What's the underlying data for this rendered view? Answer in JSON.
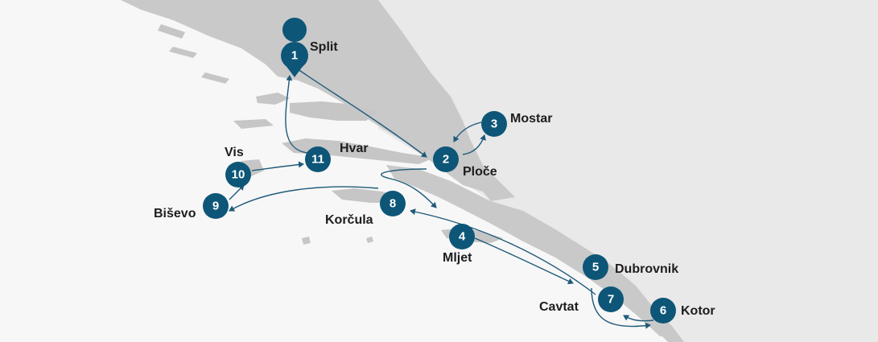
{
  "colors": {
    "sea": "#f7f7f7",
    "land_outer": "#e9e9e9",
    "land": "#c9c9c9",
    "island": "#c6c6c6",
    "marker": "#0d5678",
    "route": "#1f5a7a"
  },
  "stops": [
    {
      "num": "1",
      "name": "Split"
    },
    {
      "num": "2",
      "name": "Ploče"
    },
    {
      "num": "3",
      "name": "Mostar"
    },
    {
      "num": "4",
      "name": "Mljet"
    },
    {
      "num": "5",
      "name": "Dubrovnik"
    },
    {
      "num": "6",
      "name": "Kotor"
    },
    {
      "num": "7",
      "name": "Cavtat"
    },
    {
      "num": "8",
      "name": "Korčula"
    },
    {
      "num": "9",
      "name": "Biševo"
    },
    {
      "num": "10",
      "name": "Vis"
    },
    {
      "num": "11",
      "name": "Hvar"
    }
  ]
}
